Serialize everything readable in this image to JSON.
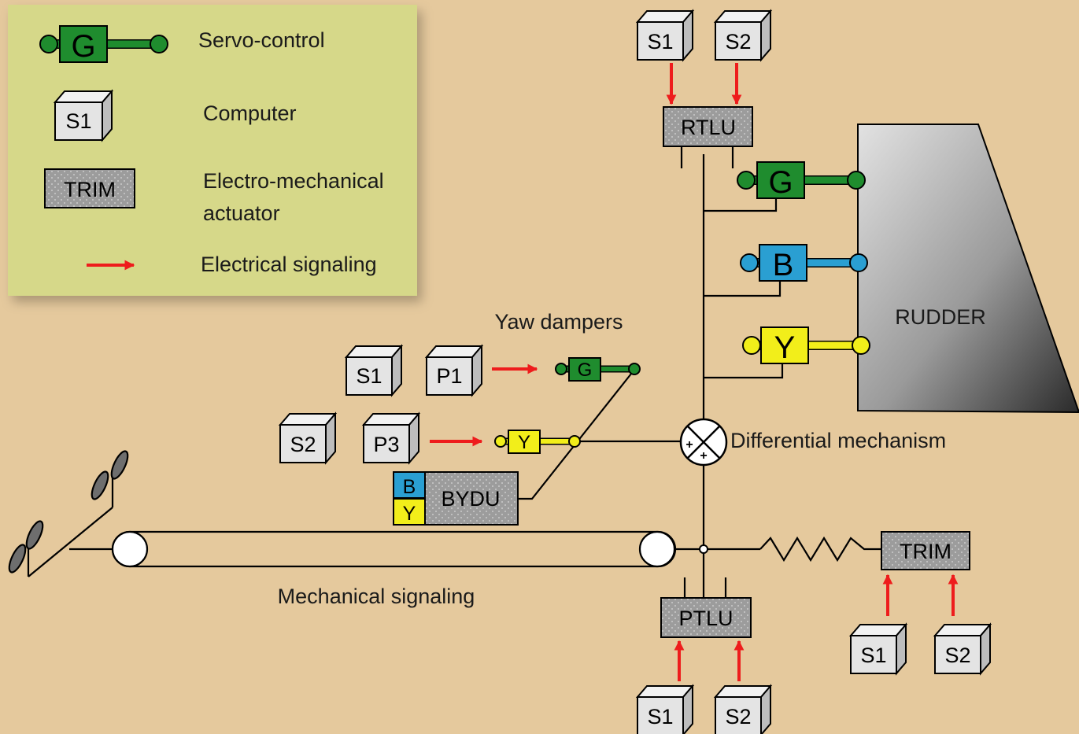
{
  "colors": {
    "background": "#e5c99d",
    "legend_bg": "#d6d889",
    "green": "#1f8c2e",
    "blue": "#2a9fd2",
    "yellow": "#f2ee1a",
    "signal_red": "#ee1c1c",
    "box_gray": "#9c9c9c",
    "cube_face": "#e4e4e4"
  },
  "legend": {
    "servo": {
      "letter": "G",
      "label": "Servo-control"
    },
    "computer": {
      "letter": "S1",
      "label": "Computer"
    },
    "ema": {
      "letter": "TRIM",
      "label_line1": "Electro-mechanical",
      "label_line2": "actuator"
    },
    "signal": {
      "label": "Electrical signaling"
    }
  },
  "computers": {
    "rtlu_s1": "S1",
    "rtlu_s2": "S2",
    "yaw_s1": "S1",
    "yaw_p1": "P1",
    "yaw_s2": "S2",
    "yaw_p3": "P3",
    "ptlu_s1": "S1",
    "ptlu_s2": "S2",
    "trim_s1": "S1",
    "trim_s2": "S2"
  },
  "units": {
    "rtlu": "RTLU",
    "ptlu": "PTLU",
    "trim": "TRIM",
    "bydu": "BYDU",
    "bydu_b": "B",
    "bydu_y": "Y"
  },
  "servos": {
    "green": "G",
    "blue": "B",
    "yellow": "Y"
  },
  "yaw_dampers": {
    "title": "Yaw dampers",
    "green": "G",
    "yellow": "Y"
  },
  "labels": {
    "rudder": "RUDDER",
    "differential": "Differential mechanism",
    "mechanical": "Mechanical signaling"
  }
}
